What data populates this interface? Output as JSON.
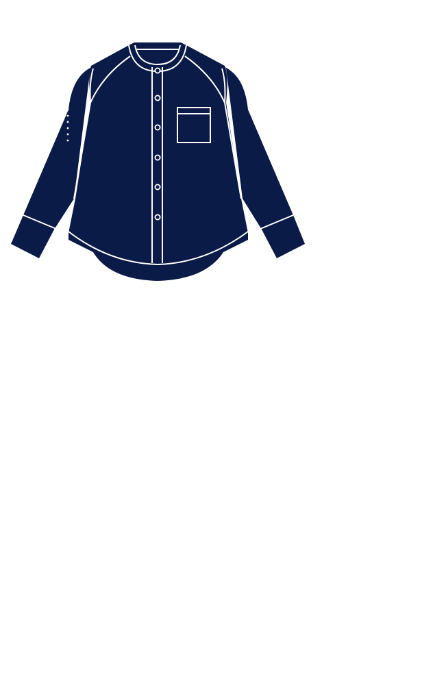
{
  "illustration": {
    "subject": "shirt-icon",
    "colors": {
      "fabric": "#0b1b47",
      "stitch": "#ffffff",
      "background": "#ffffff"
    },
    "button_count": 6,
    "pocket_count": 1,
    "sleeve_dot_count": 6
  }
}
